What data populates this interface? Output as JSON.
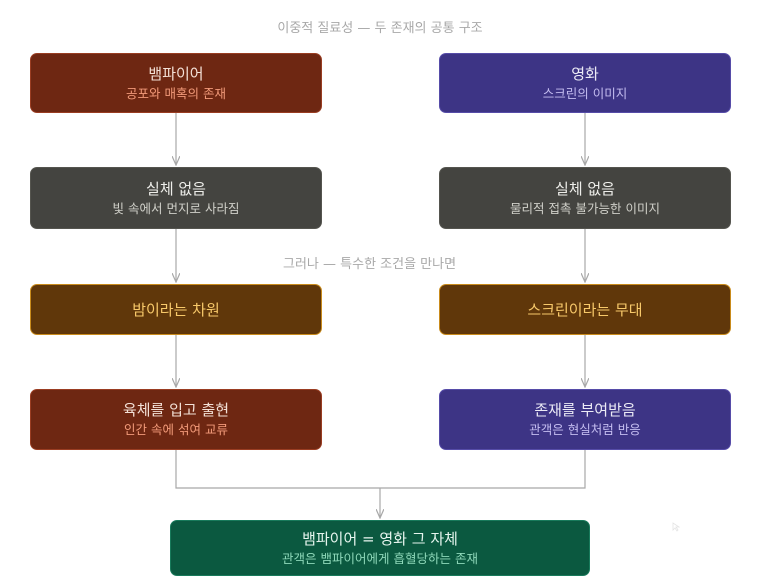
{
  "captions": {
    "top": "이중적 질료성 — 두 존재의 공통 구조",
    "middle": "그러나 — 특수한 조건을 만나면"
  },
  "left_column": [
    {
      "title": "뱀파이어",
      "subtitle": "공포와 매혹의 존재"
    },
    {
      "title": "실체 없음",
      "subtitle": "빛 속에서 먼지로 사라짐"
    },
    {
      "title": "밤이라는 차원",
      "subtitle": ""
    },
    {
      "title": "육체를 입고 출현",
      "subtitle": "인간 속에 섞여 교류"
    }
  ],
  "right_column": [
    {
      "title": "영화",
      "subtitle": "스크린의 이미지"
    },
    {
      "title": "실체 없음",
      "subtitle": "물리적 접촉 불가능한 이미지"
    },
    {
      "title": "스크린이라는 무대",
      "subtitle": ""
    },
    {
      "title": "존재를 부여받음",
      "subtitle": "관객은 현실처럼 반응"
    }
  ],
  "conclusion": {
    "title": "뱀파이어 = 영화 그 자체",
    "subtitle": "관객은 뱀파이어에게 흡혈당하는 존재"
  },
  "colors": {
    "vampire_box": "#6e2712",
    "film_box": "#3d3485",
    "neutral_box": "#444440",
    "condition_box": "#60370a",
    "conclusion_box": "#0b5940",
    "connector": "#a8a8a8"
  }
}
